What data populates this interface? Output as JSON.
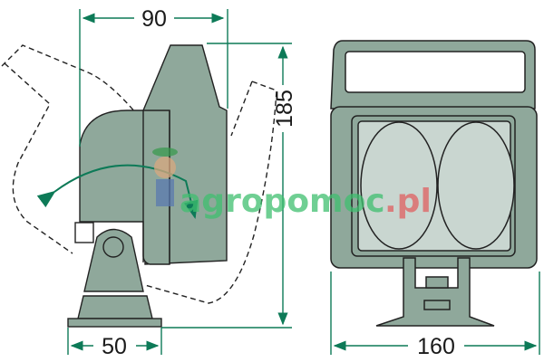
{
  "dimensions": {
    "width_side": "90",
    "height": "185",
    "base_width": "50",
    "width_front": "160"
  },
  "watermark": {
    "text_main": "agropomoc",
    "text_tld": ".pl"
  },
  "colors": {
    "body": "#8fa89b",
    "dimension": "#0d7a57",
    "lens": "#c9d6d0",
    "watermark_green": "#3fbf6f",
    "watermark_red": "#e06060"
  }
}
